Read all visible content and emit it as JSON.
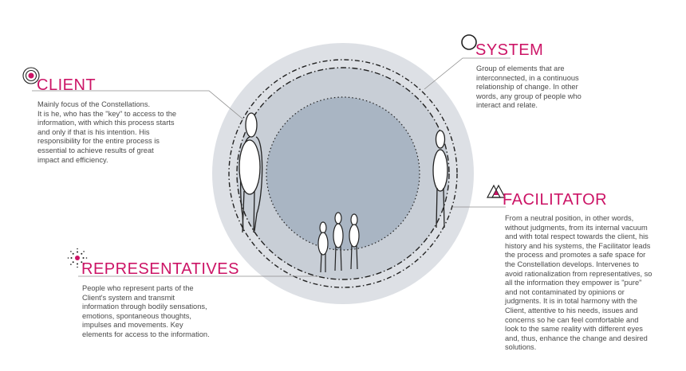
{
  "colors": {
    "accent": "#cc1466",
    "outer_disk": "#dde0e5",
    "middle_disk": "#c8ced6",
    "inner_disk": "#a9b5c3",
    "text": "#4a4a4a",
    "leader_line": "#8c8c8c"
  },
  "client": {
    "icon": "concentric-circles-icon",
    "title": "CLIENT",
    "description": "Mainly focus of the Constellations.\nIt is he, who has the \"key\" to access to the\ninformation, with which this process starts\nand only if that is his intention. His\nresponsibility for the entire process is\nessential to achieve results of great\nimpact and efficiency."
  },
  "system": {
    "icon": "ring-icon",
    "title": "SYSTEM",
    "description": "Group of elements that are\ninterconnected, in a continuous\nrelationship of change. In other\nwords, any group of people who\ninteract and relate."
  },
  "facilitator": {
    "icon": "triangles-icon",
    "title": "FACILITATOR",
    "description": "From a neutral position, in other words,\nwithout judgments, from its internal vacuum\nand with total respect towards the client, his\nhistory and his systems, the Facilitator leads\nthe process and promotes a safe space for\nthe Constellation develops. Intervenes to\navoid rationalization from representatives, so\nall the information they empower is \"pure\"\nand not contaminated by opinions or\njudgments. It is in total harmony with the\nClient, attentive to his needs, issues and\nconcerns so he can feel comfortable and\nlook to the same reality with different eyes\nand, thus, enhance the change and desired\nsolutions."
  },
  "representatives": {
    "icon": "dotted-burst-icon",
    "title": "REPRESENTATIVES",
    "description": "People who represent parts of the\nClient's system and transmit\ninformation through bodily sensations,\nemotions, spontaneous thoughts,\nimpulses and movements. Key\nelements for access to the information."
  }
}
